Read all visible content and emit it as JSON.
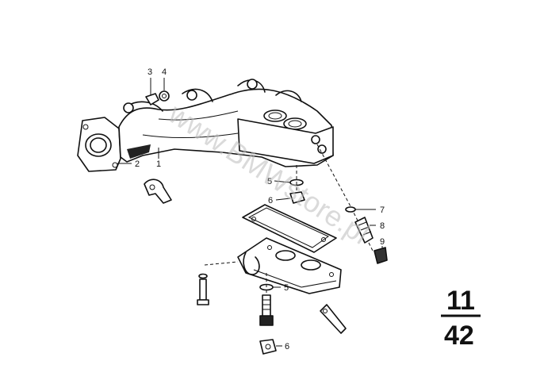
{
  "diagram": {
    "watermark": "www.BMWstore.pl",
    "page_ref": {
      "group": "11",
      "page": "42"
    },
    "callouts": [
      "1",
      "2",
      "3",
      "4",
      "5",
      "6",
      "7",
      "8",
      "9",
      "5",
      "6"
    ],
    "colors": {
      "ink": "#111111",
      "watermark": "#bdbdbd",
      "paper": "#ffffff"
    }
  }
}
